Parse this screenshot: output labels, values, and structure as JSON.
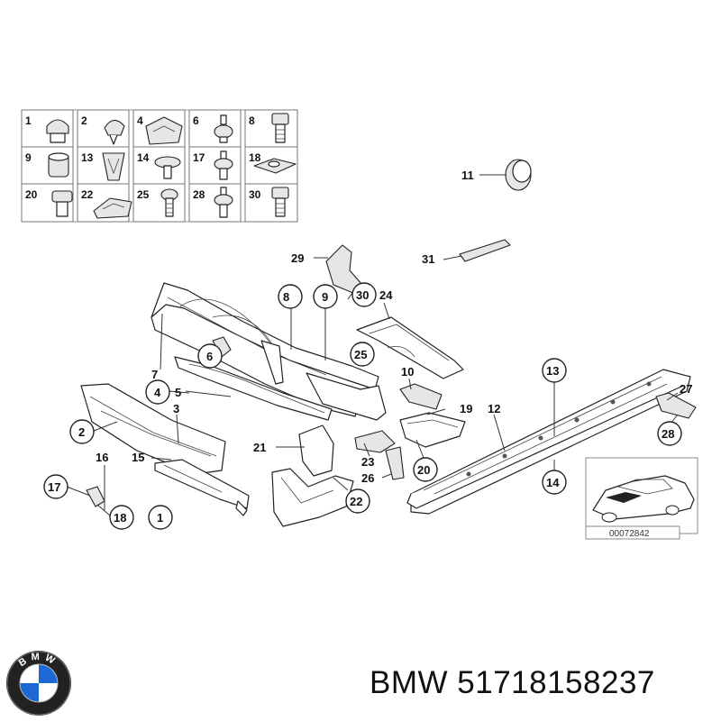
{
  "legend_cells": [
    "1",
    "2",
    "4",
    "6",
    "8",
    "9",
    "13",
    "14",
    "17",
    "18",
    "20",
    "22",
    "25",
    "28",
    "30"
  ],
  "callouts": {
    "p1": "1",
    "p2": "2",
    "p3": "3",
    "p4": "4",
    "p5": "5",
    "p6": "6",
    "p7": "7",
    "p8": "8",
    "p9": "9",
    "p10": "10",
    "p11": "11",
    "p12": "12",
    "p13": "13",
    "p14": "14",
    "p15": "15",
    "p16": "16",
    "p17": "17",
    "p18": "18",
    "p19": "19",
    "p20": "20",
    "p21": "21",
    "p22": "22",
    "p23": "23",
    "p24": "24",
    "p25": "25",
    "p26": "26",
    "p27": "27",
    "p28": "28",
    "p29": "29",
    "p30": "30",
    "p31": "31"
  },
  "inset_code": "00072842",
  "brand_line": "BMW 51718158237",
  "logo_letters": "BMW",
  "colors": {
    "logo_blue": "#1c69d4",
    "ink": "#111111"
  }
}
